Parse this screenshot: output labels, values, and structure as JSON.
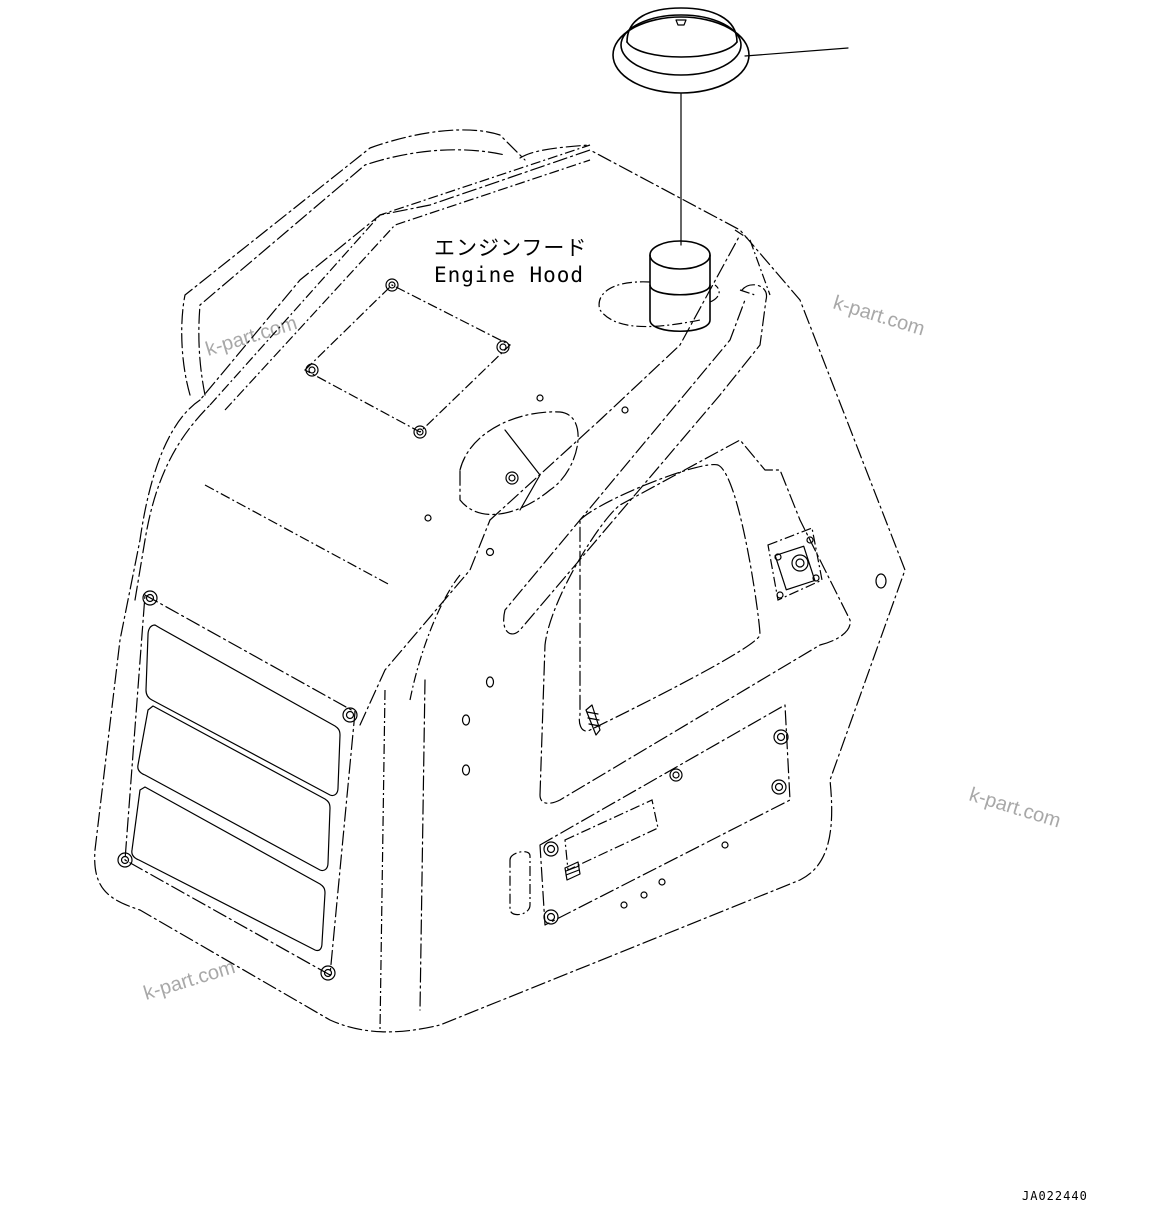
{
  "labels": {
    "part_name_jp": "エンジンフード",
    "part_name_en": "Engine Hood"
  },
  "watermarks": [
    "k-part.com",
    "k-part.com",
    "k-part.com",
    "k-part.com"
  ],
  "drawing_code": "JA022440",
  "colors": {
    "line": "#000000",
    "watermark": "#a8a8a8",
    "background": "#ffffff"
  }
}
